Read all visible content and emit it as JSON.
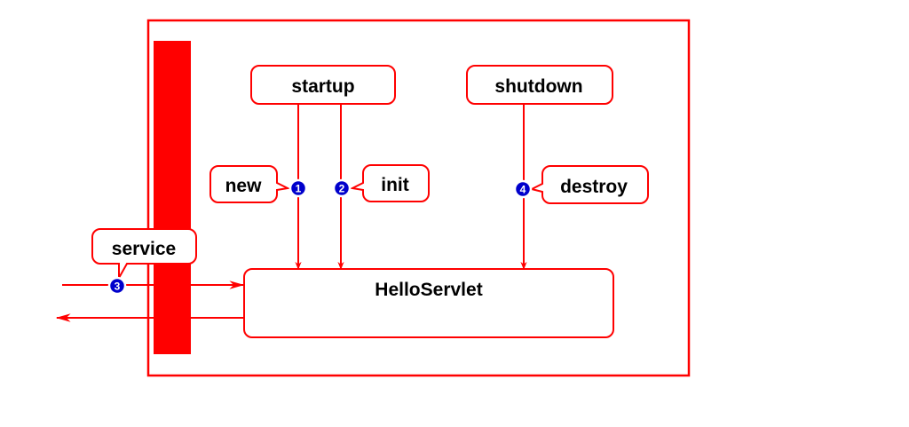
{
  "colors": {
    "accent": "#ff0000",
    "badge_fill": "#0000cc",
    "badge_ring": "#ffffff",
    "text": "#000000",
    "background": "#ffffff"
  },
  "nodes": {
    "startup": "startup",
    "shutdown": "shutdown",
    "servlet": "HelloServlet"
  },
  "callouts": {
    "new": "new",
    "init": "init",
    "destroy": "destroy",
    "service": "service"
  },
  "steps": {
    "new": "1",
    "init": "2",
    "service": "3",
    "destroy": "4"
  }
}
